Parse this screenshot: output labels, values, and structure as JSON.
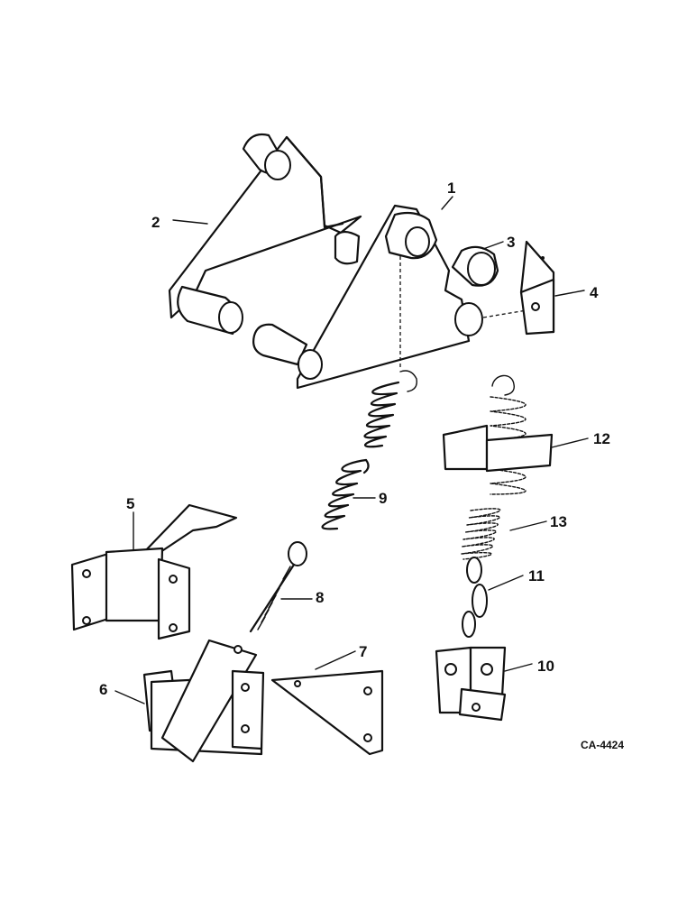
{
  "callouts": [
    "1",
    "2",
    "3",
    "4",
    "5",
    "6",
    "7",
    "8",
    "9",
    "10",
    "11",
    "12",
    "13"
  ],
  "figure_code": "CA-4424"
}
